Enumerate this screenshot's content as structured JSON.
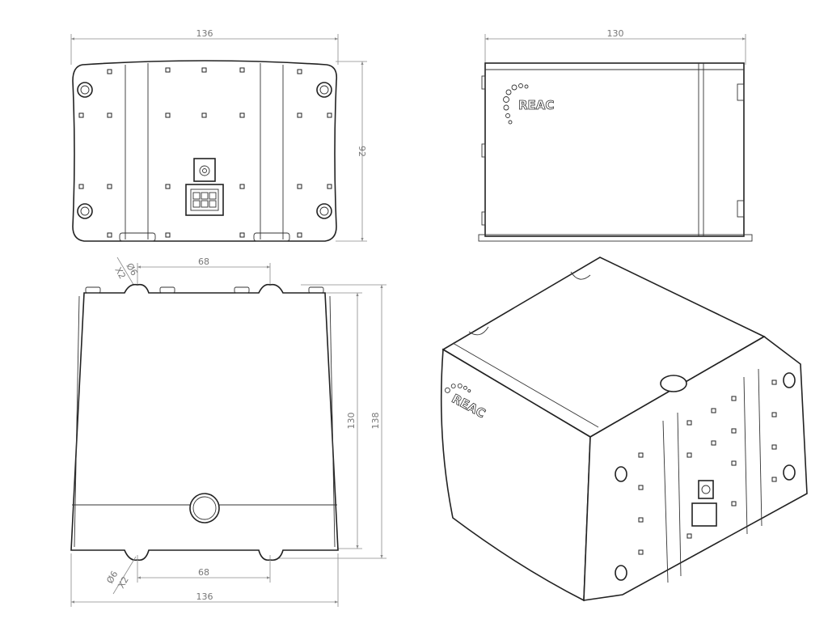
{
  "drawing": {
    "front_view": {
      "width_dim": "136",
      "height_dim": "92"
    },
    "side_view": {
      "width_dim": "130",
      "logo": "REAC"
    },
    "top_view": {
      "hole_spacing_top": "68",
      "hole_spacing_bottom": "68",
      "hole_label_top": "Ø6",
      "hole_qty_top": "X2",
      "hole_label_bottom": "Ø6",
      "hole_qty_bottom": "X2",
      "inner_length_dim": "130",
      "overall_length_dim": "138",
      "width_dim": "136"
    },
    "iso_view": {
      "logo": "REAC"
    },
    "line_color": "#222222",
    "dimension_color": "#8a8a8a"
  }
}
